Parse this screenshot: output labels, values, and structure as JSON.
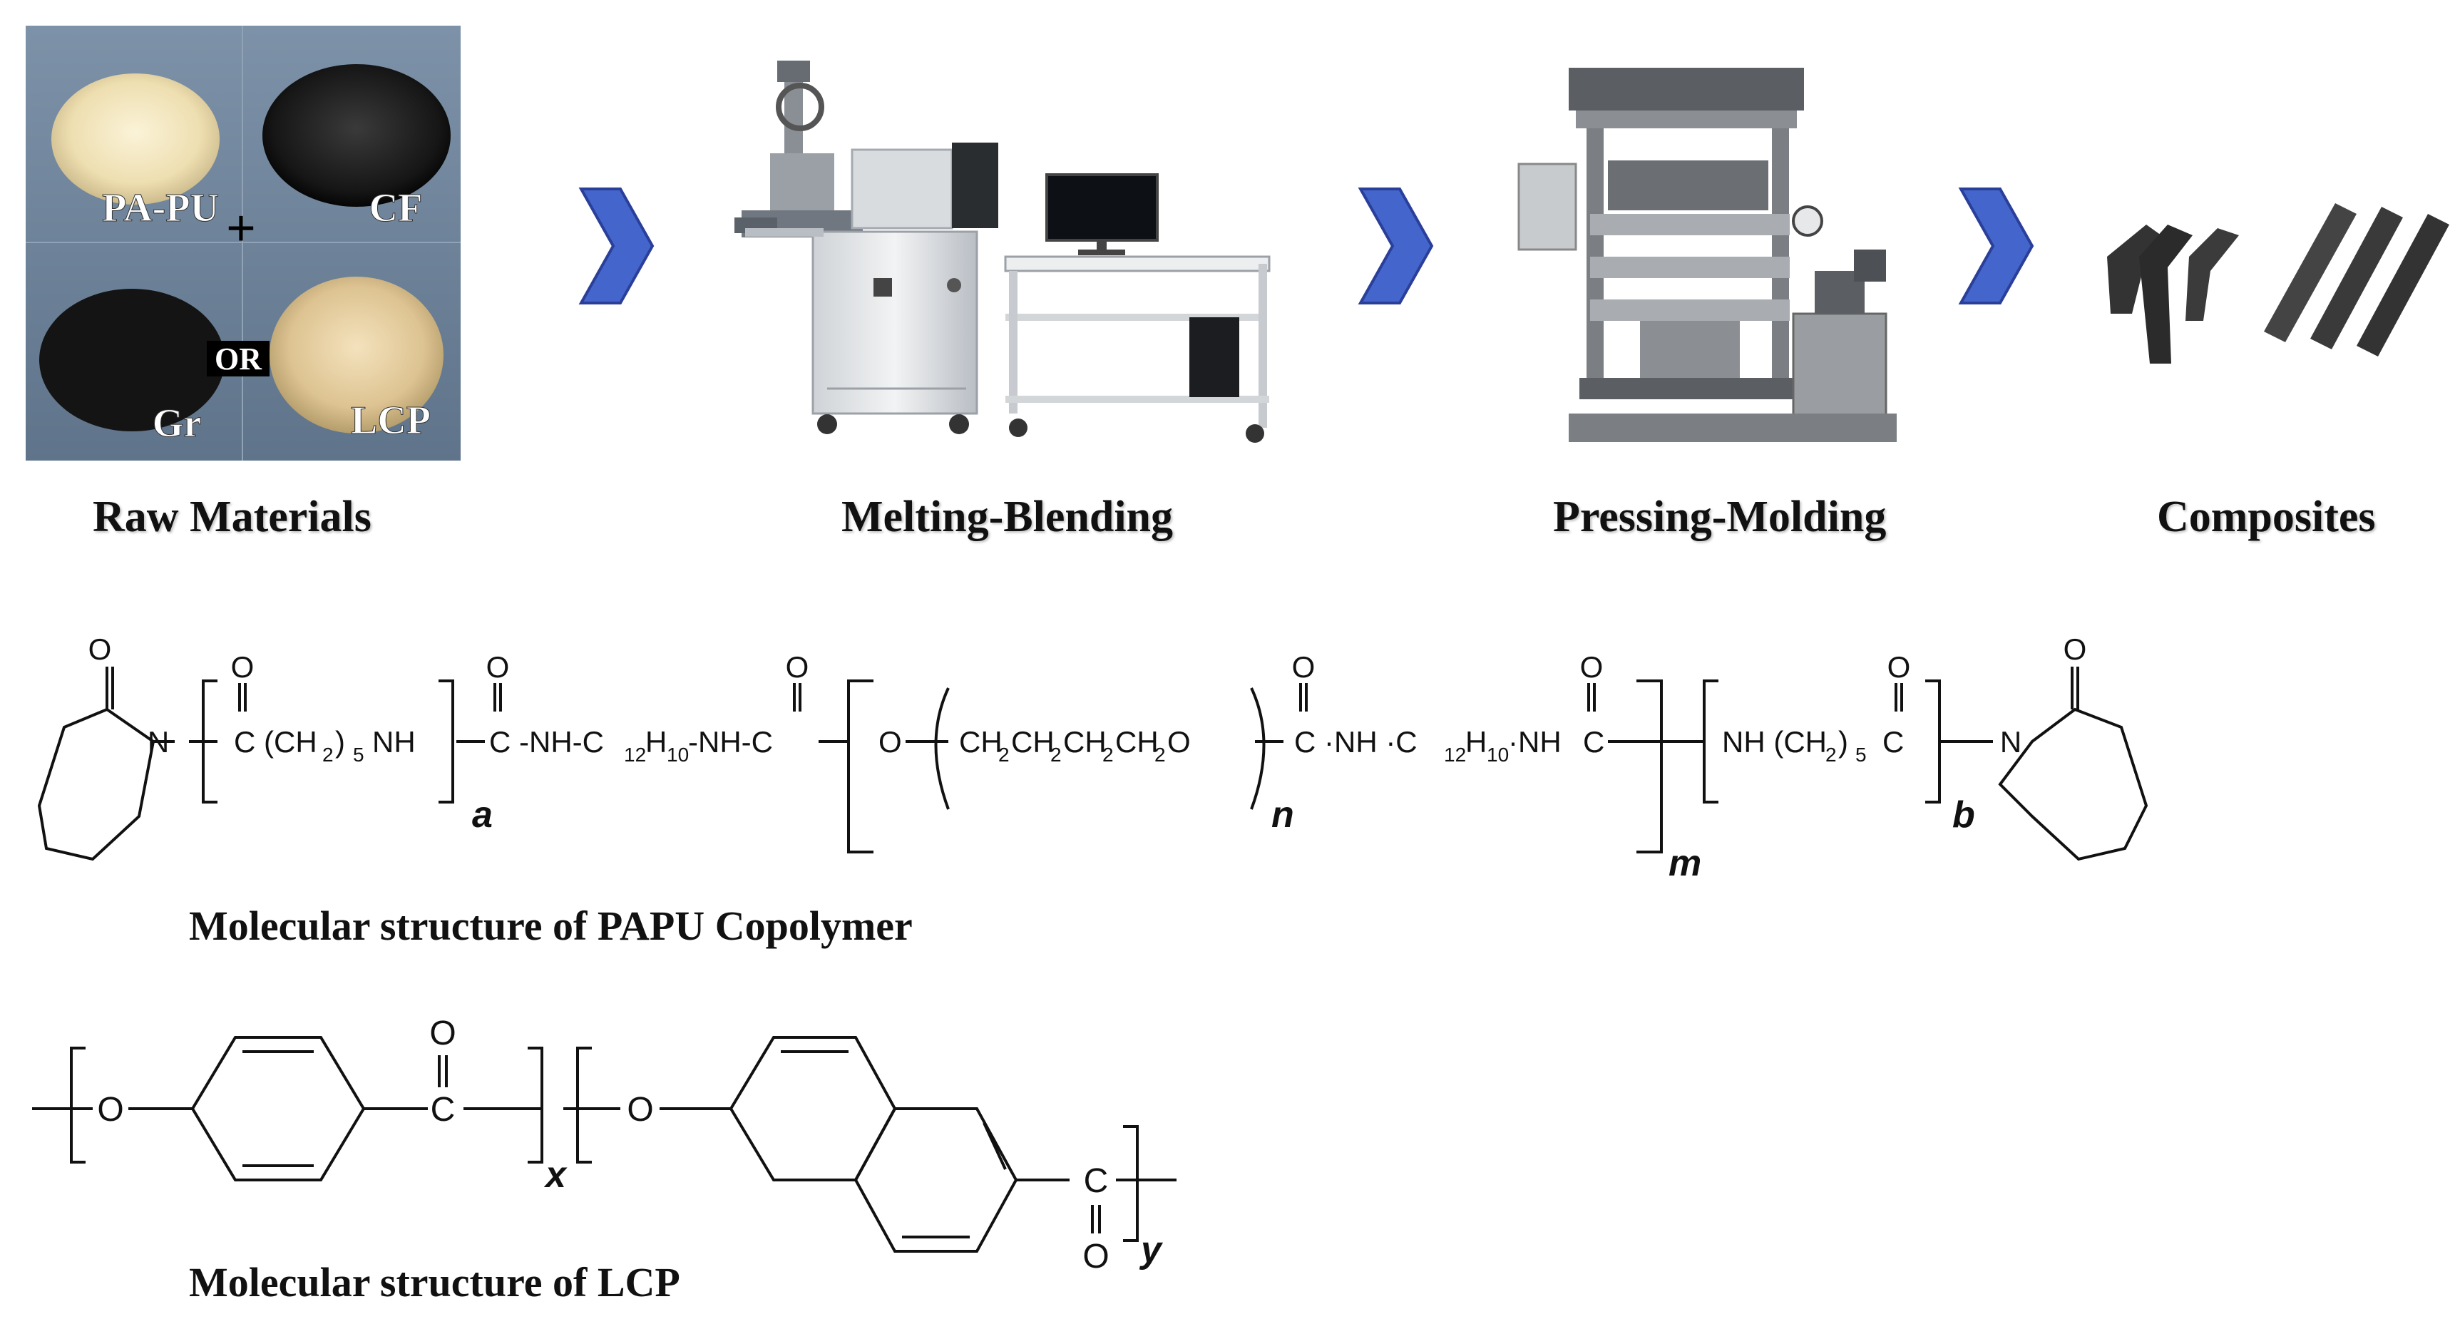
{
  "process": {
    "raw_materials": {
      "label": "Raw Materials",
      "items": [
        "PA-PU",
        "CF",
        "Gr",
        "LCP"
      ],
      "plus": "+",
      "or": "OR"
    },
    "melting_blending": {
      "label": "Melting-Blending"
    },
    "pressing_molding": {
      "label": "Pressing-Molding"
    },
    "composites": {
      "label": "Composites"
    }
  },
  "papu": {
    "caption": "Molecular structure of PAPU Copolymer",
    "subscripts": {
      "a": "a",
      "n": "n",
      "m": "m",
      "b": "b"
    }
  },
  "lcp": {
    "caption": "Molecular structure of LCP",
    "subscripts": {
      "x": "x",
      "y": "y"
    }
  },
  "colors": {
    "arrow": "#4466cc",
    "arrow_stroke": "#2a3f99",
    "composite": "#333333"
  }
}
